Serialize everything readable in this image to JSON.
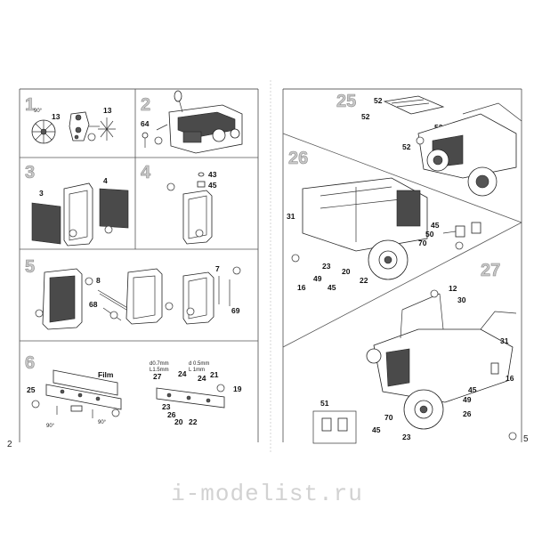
{
  "pages": {
    "left_number": "2",
    "right_number": "5"
  },
  "steps": {
    "s1": {
      "number": "1",
      "labels": [
        "13",
        "13"
      ],
      "small": "90°"
    },
    "s2": {
      "number": "2",
      "labels": [
        "64"
      ]
    },
    "s3": {
      "number": "3",
      "labels": [
        "3",
        "4"
      ]
    },
    "s4": {
      "number": "4",
      "labels": [
        "43",
        "45"
      ]
    },
    "s5": {
      "number": "5",
      "labels": [
        "8",
        "68",
        "7",
        "69"
      ]
    },
    "s6": {
      "number": "6",
      "labels": [
        "Film",
        "25",
        "27",
        "24",
        "24",
        "21",
        "19",
        "23",
        "26",
        "20",
        "22"
      ],
      "dims_left": [
        "d0.7mm",
        "L1.5mm"
      ],
      "dims_right": [
        "d 0.5mm",
        "L 1mm"
      ],
      "small": [
        "90°",
        "90°"
      ]
    },
    "s25": {
      "number": "25",
      "labels": [
        "52",
        "52",
        "52",
        "52"
      ]
    },
    "s26": {
      "number": "26",
      "labels": [
        "31",
        "45",
        "50",
        "70",
        "23",
        "20",
        "16",
        "49",
        "45",
        "22"
      ]
    },
    "s27": {
      "number": "27",
      "labels": [
        "12",
        "30",
        "31",
        "16",
        "45",
        "49",
        "26",
        "51",
        "70",
        "45",
        "23"
      ]
    }
  },
  "watermark": "i-modelist.ru",
  "colors": {
    "step_fill": "#c9c9c9",
    "ink": "#222222",
    "grille": "#4a4a4a"
  }
}
